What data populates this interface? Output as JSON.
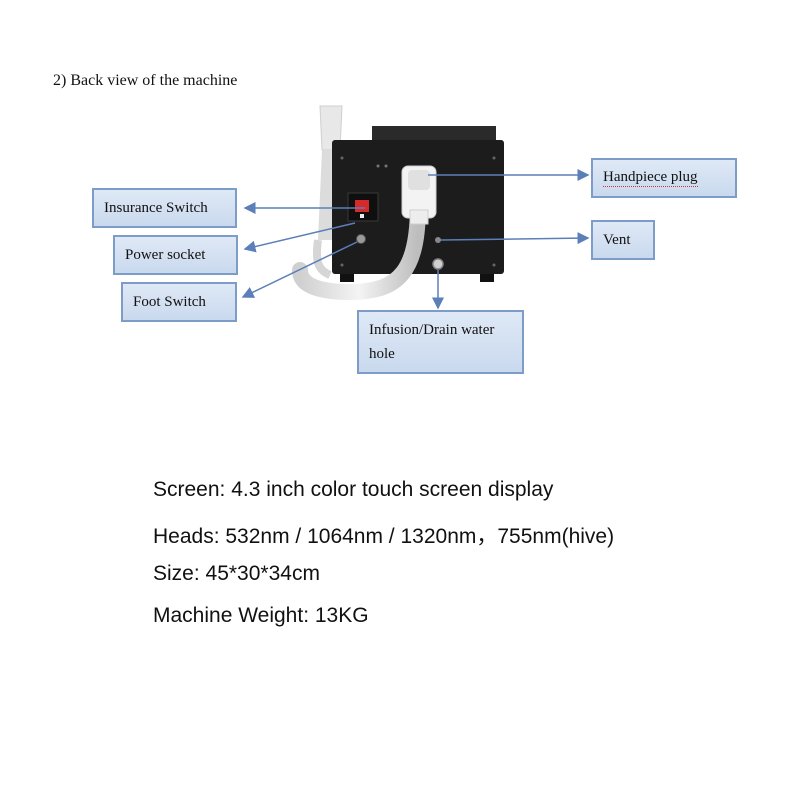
{
  "heading": "2) Back view of the machine",
  "callouts": {
    "insurance_switch": "Insurance Switch",
    "power_socket": "Power socket",
    "foot_switch": "Foot Switch",
    "handpiece_plug": "Handpiece plug",
    "vent": "Vent",
    "infusion_drain_line1": "Infusion/Drain water",
    "infusion_drain_line2": "hole"
  },
  "specs": [
    "Screen: 4.3 inch color touch screen display",
    "Heads: 532nm / 1064nm / 1320nm，755nm(hive)",
    "Size: 45*30*34cm",
    "Machine Weight: 13KG"
  ],
  "colors": {
    "callout_fill": "#d5e2f3",
    "callout_border": "#7d9cc8",
    "arrow": "#5b7fb8",
    "machine_body": "#1c1c1c",
    "switch_red": "#d42a2a"
  }
}
